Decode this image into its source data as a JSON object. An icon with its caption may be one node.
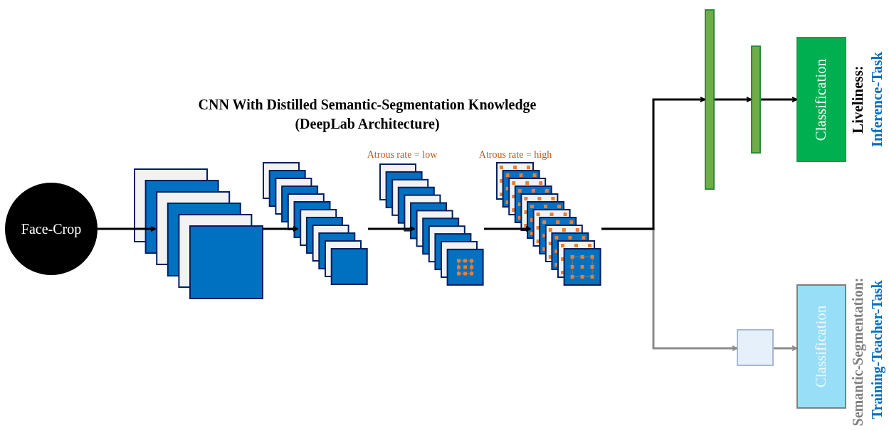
{
  "diagram": {
    "title": "CNN With Distilled Semantic-Segmentation Knowledge (DeepLab Architecture)",
    "nodes": [
      {
        "text": [
          "Face-Crop"
        ]
      },
      {
        "text": [],
        "shape": "box"
      },
      {
        "text": [],
        "shape": "box"
      },
      {
        "text": [],
        "shape": "box",
        "beside": [
          "Atrous rate = low"
        ]
      },
      {
        "text": [],
        "shape": "box",
        "beside": [
          "Atrous rate = high"
        ]
      },
      {
        "text": [],
        "shape": "bar"
      },
      {
        "text": [],
        "shape": "bar"
      },
      {
        "text": [
          "Classification"
        ],
        "beside": [
          "Liveliness:",
          "Inference-Task"
        ]
      },
      {
        "text": [],
        "shape": "box"
      },
      {
        "text": [
          "Classification"
        ],
        "beside": [
          "Semantic-Segmentation:",
          "Training-Teacher-Task"
        ]
      }
    ],
    "edges": [
      {
        "from": 0,
        "to": 1,
        "arrow": "to"
      },
      {
        "from": 1,
        "to": 2,
        "arrow": "to"
      },
      {
        "from": 2,
        "to": 3,
        "arrow": "to"
      },
      {
        "from": 3,
        "to": 4,
        "arrow": "to"
      },
      {
        "from": 4,
        "to": 5,
        "arrow": "to"
      },
      {
        "from": 5,
        "to": 6,
        "arrow": "to"
      },
      {
        "from": 6,
        "to": 7,
        "arrow": "to"
      },
      {
        "from": 4,
        "to": 8,
        "arrow": "to",
        "color": "#8c8c8c"
      },
      {
        "from": 8,
        "to": 9,
        "arrow": "to",
        "color": "#8c8c8c"
      }
    ]
  }
}
